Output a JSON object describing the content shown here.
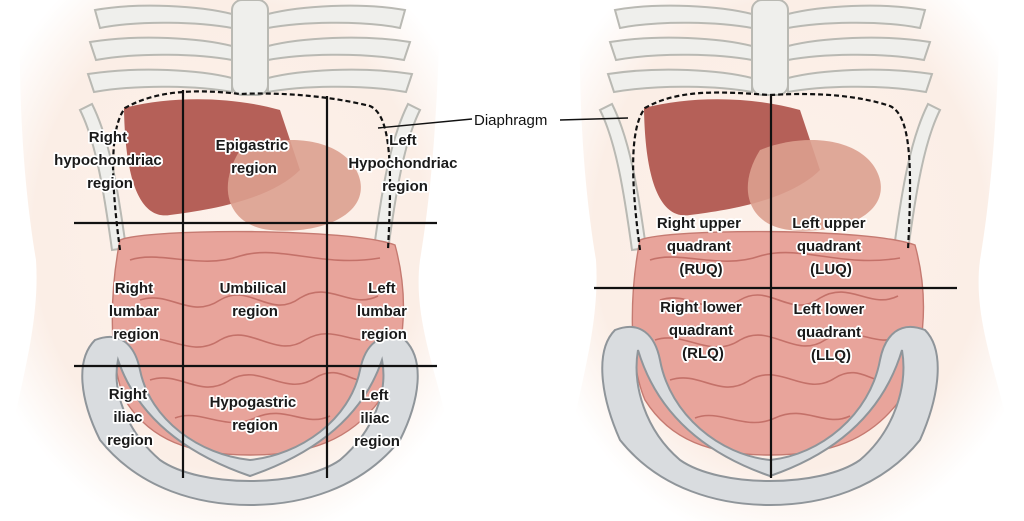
{
  "callout": {
    "text": "Diaphragm"
  },
  "regions_panel": {
    "labels": [
      {
        "id": "right-hypochondriac",
        "lines": [
          "Right",
          "hypochondriac",
          "region"
        ]
      },
      {
        "id": "epigastric",
        "lines": [
          "Epigastric",
          "region"
        ]
      },
      {
        "id": "left-hypochondriac",
        "lines": [
          "Left",
          "Hypochondriac",
          "region"
        ]
      },
      {
        "id": "right-lumbar",
        "lines": [
          "Right",
          "lumbar",
          "region"
        ]
      },
      {
        "id": "umbilical",
        "lines": [
          "Umbilical",
          "region"
        ]
      },
      {
        "id": "left-lumbar",
        "lines": [
          "Left",
          "lumbar",
          "region"
        ]
      },
      {
        "id": "right-iliac",
        "lines": [
          "Right",
          "iliac",
          "region"
        ]
      },
      {
        "id": "hypogastric",
        "lines": [
          "Hypogastric",
          "region"
        ]
      },
      {
        "id": "left-iliac",
        "lines": [
          "Left",
          "iliac",
          "region"
        ]
      }
    ]
  },
  "quadrants_panel": {
    "labels": [
      {
        "id": "ruq",
        "lines": [
          "Right upper",
          "quadrant",
          "(RUQ)"
        ]
      },
      {
        "id": "luq",
        "lines": [
          "Left upper",
          "quadrant",
          "(LUQ)"
        ]
      },
      {
        "id": "rlq",
        "lines": [
          "Right lower",
          "quadrant",
          "(RLQ)"
        ]
      },
      {
        "id": "llq",
        "lines": [
          "Left lower",
          "quadrant",
          "(LLQ)"
        ]
      }
    ]
  },
  "colors": {
    "skin": "#fbeee6",
    "bone": "#efefec",
    "liver": "#a8463e",
    "intestine": "#e8a49b",
    "pelvis": "#d9dcdf",
    "line": "#111111"
  }
}
